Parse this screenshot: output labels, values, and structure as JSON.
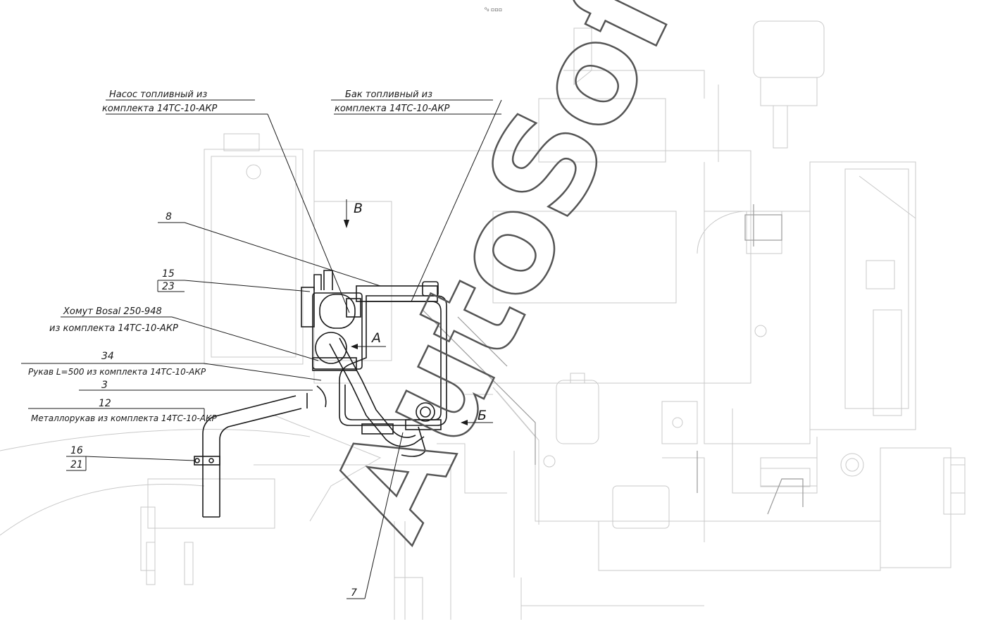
{
  "header_mark": "⁰₀ ▫▫▫",
  "callouts": {
    "pump_line1": "Насос топливный из",
    "pump_line2": "комплекта 14ТС-10-АКР",
    "tank_line1": "Бак топливный из",
    "tank_line2": "комплекта 14ТС-10-АКР",
    "clamp_line1": "Хомут Bosal 250-948",
    "clamp_line2": "из комплекта 14ТС-10-АКР",
    "hose_label": "Рукав L=500 из комплекта 14ТС-10-АКР",
    "metal_hose_label": "Металлорукав из комплекта 14ТС-10-АКР"
  },
  "positions": {
    "p8": "8",
    "p15": "15",
    "p23": "23",
    "p34": "34",
    "p3": "3",
    "p12": "12",
    "p16": "16",
    "p21": "21",
    "p7": "7"
  },
  "views": {
    "v": "В",
    "a": "А",
    "b": "Б"
  },
  "watermark": "AutoSoft"
}
